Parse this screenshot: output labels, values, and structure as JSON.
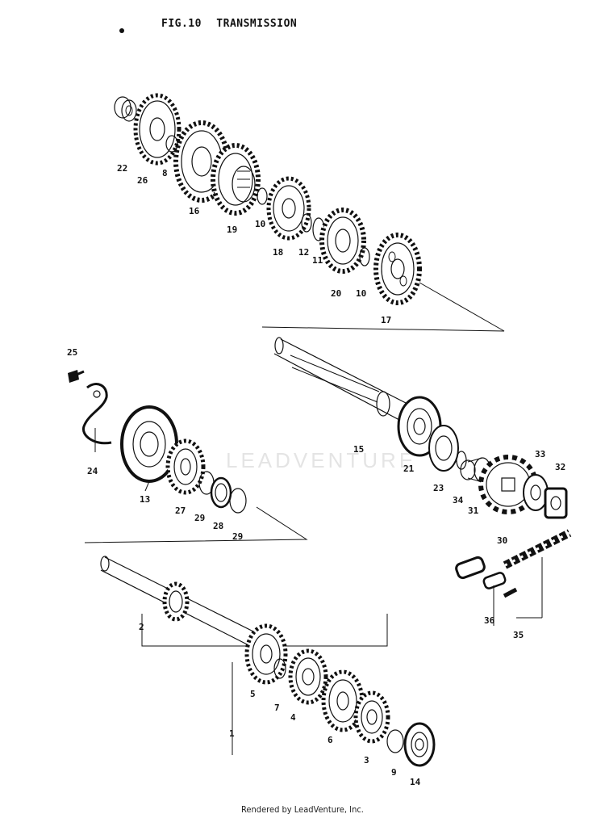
{
  "header": {
    "fig": "FIG.10",
    "title": "TRANSMISSION"
  },
  "watermark": "LEADVENTURE",
  "footer": "Rendered by LeadVenture, Inc.",
  "callouts": [
    "22",
    "26",
    "8",
    "16",
    "19",
    "10",
    "18",
    "12",
    "11",
    "20",
    "10",
    "17",
    "25",
    "24",
    "13",
    "27",
    "29",
    "28",
    "29",
    "15",
    "21",
    "23",
    "34",
    "31",
    "30",
    "33",
    "32",
    "36",
    "35",
    "2",
    "5",
    "7",
    "4",
    "6",
    "3",
    "1",
    "9",
    "14"
  ]
}
